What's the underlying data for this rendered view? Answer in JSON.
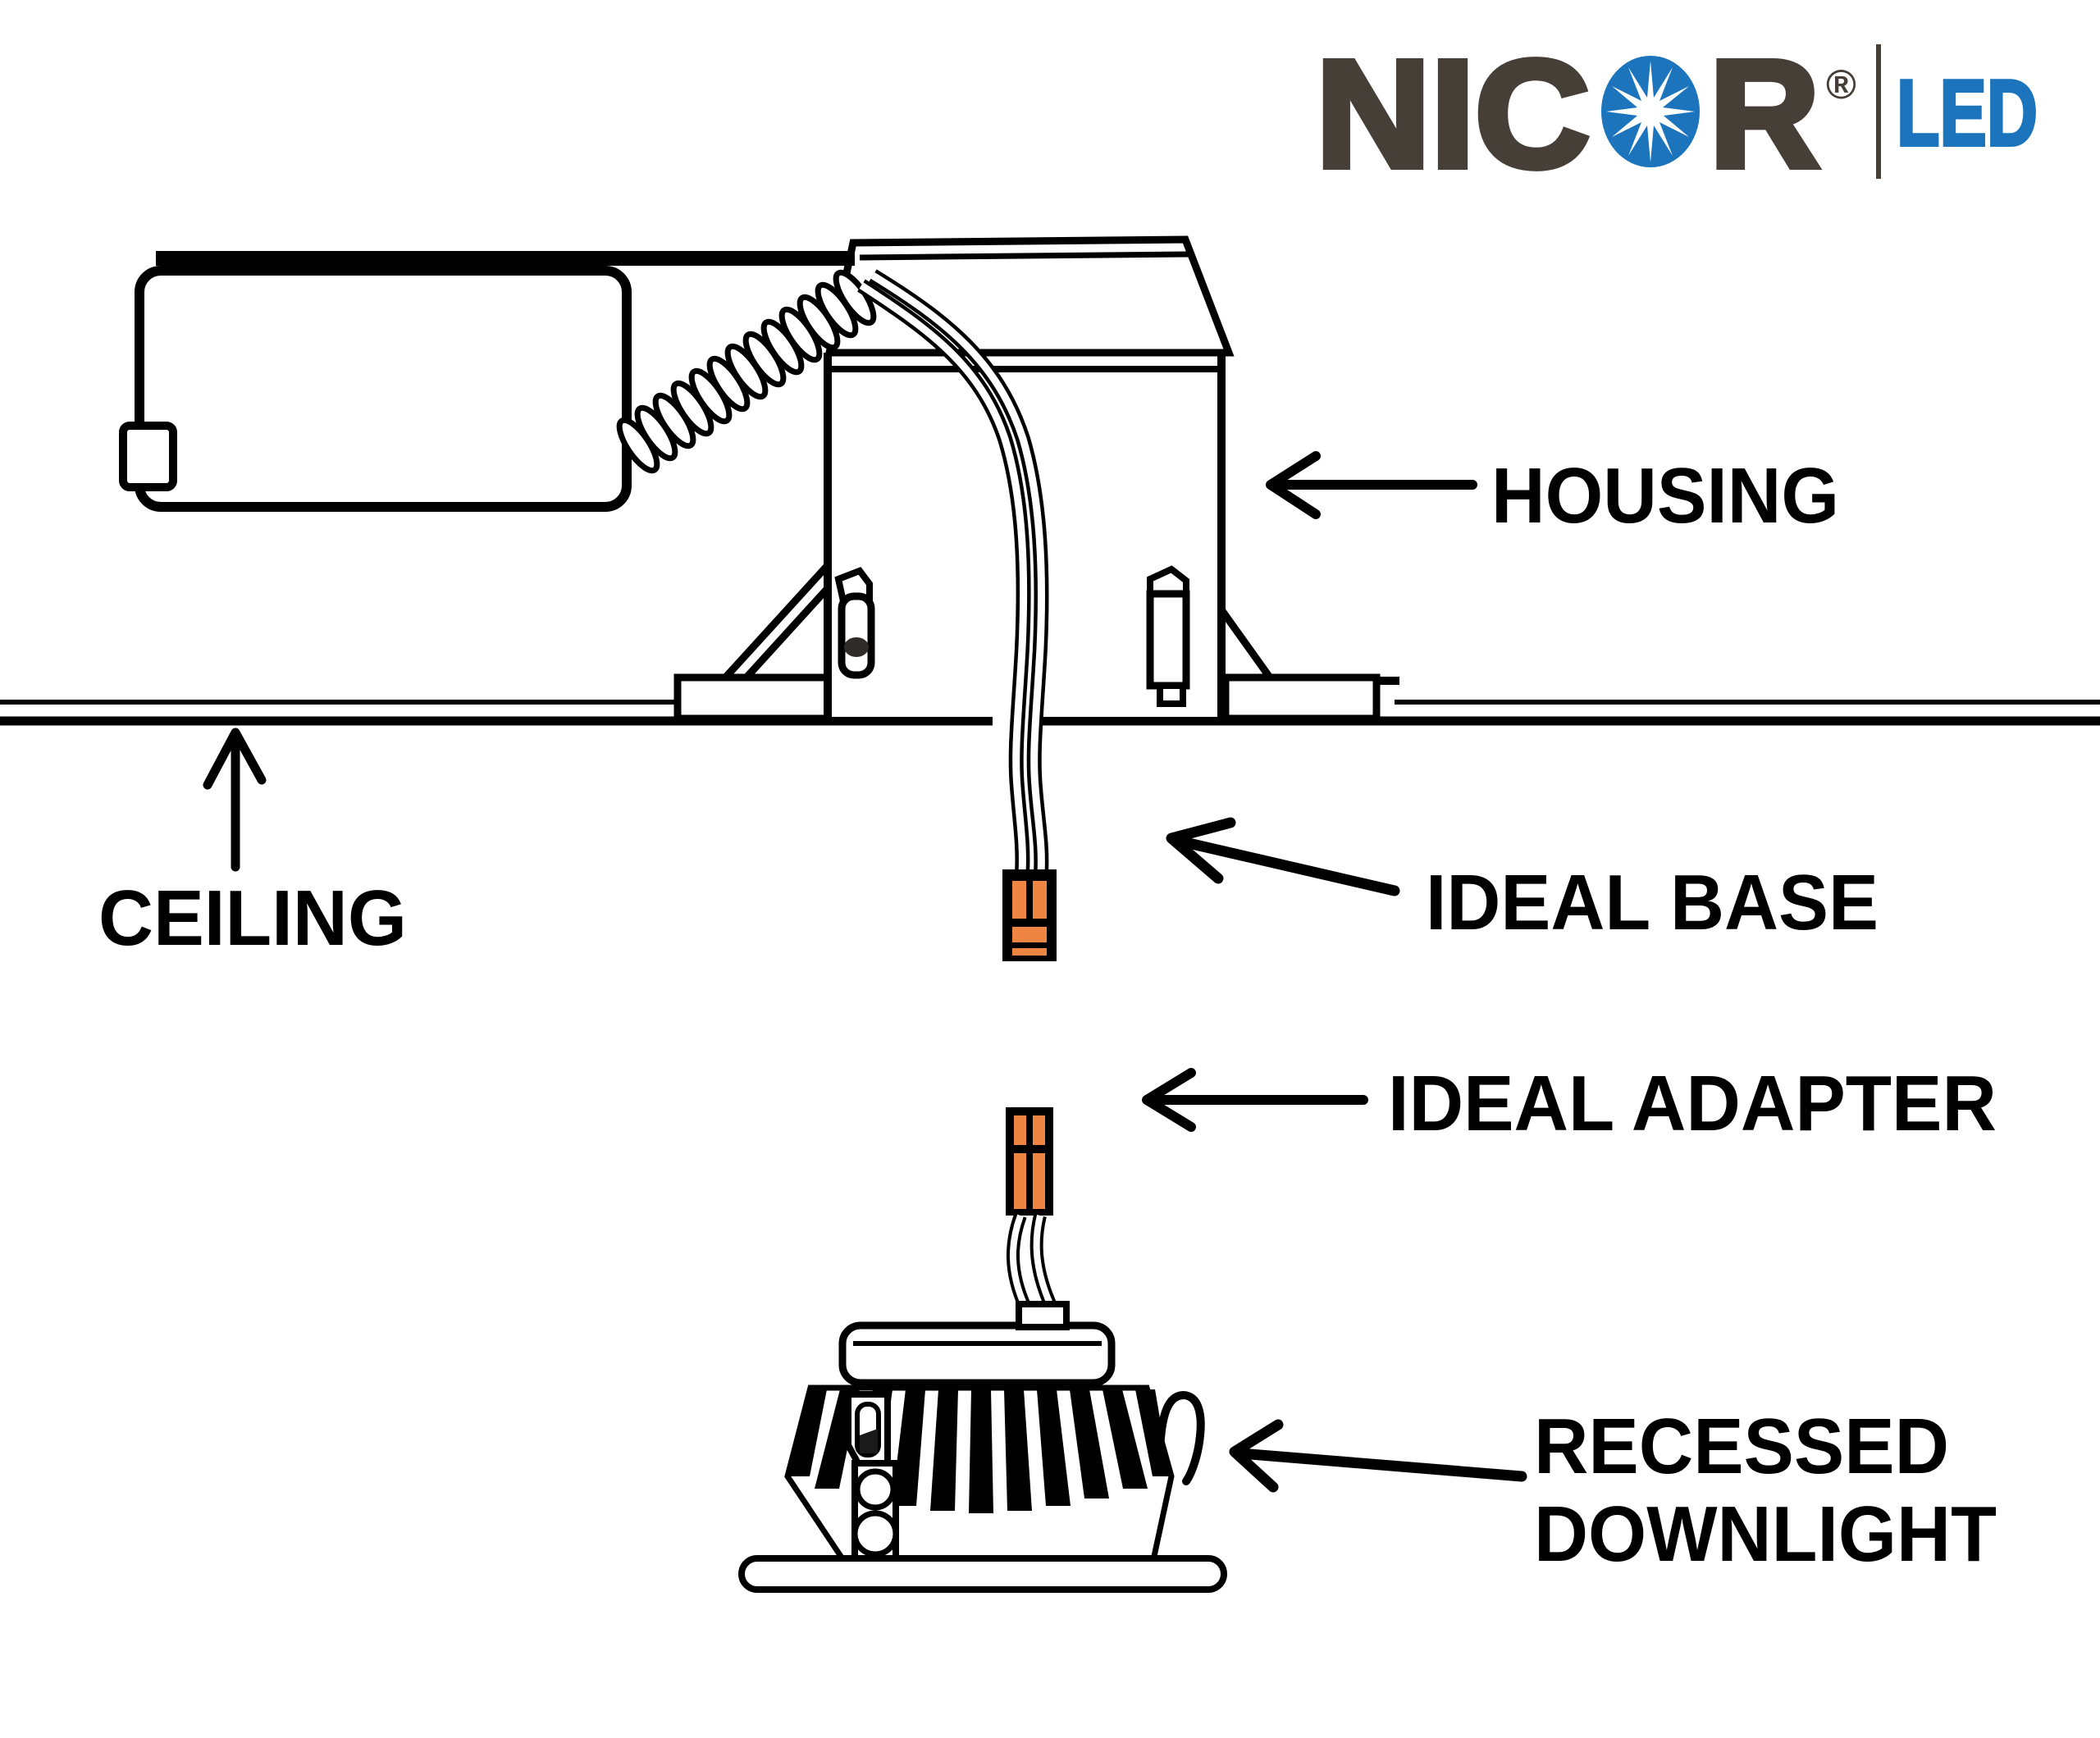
{
  "logo": {
    "brand_left": "NIC",
    "brand_right": "R",
    "registered": "®",
    "sub_brand": "LED",
    "starburst_icon": "12-point-star"
  },
  "labels": {
    "housing": "HOUSING",
    "ceiling": "CEILING",
    "ideal_base": "IDEAL BASE",
    "ideal_adapter": "IDEAL ADAPTER",
    "recessed_line1": "RECESSED",
    "recessed_line2": "DOWNLIGHT"
  },
  "colors": {
    "ink": "#000000",
    "background": "#FFFFFF",
    "connector_orange": "#EF8542",
    "logo_dark": "#453F38",
    "logo_blue": "#1B74BC",
    "screw_dark": "#2E2B28"
  }
}
